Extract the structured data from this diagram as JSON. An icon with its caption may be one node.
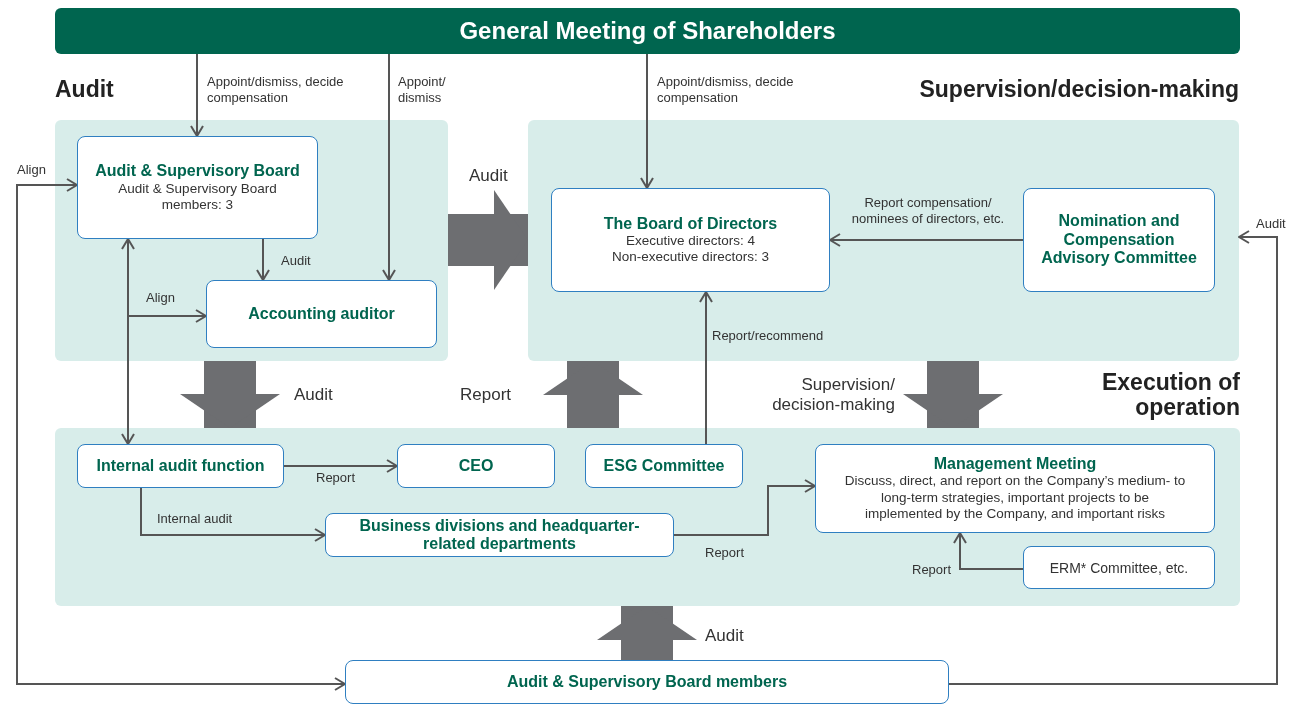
{
  "diagram": {
    "nodes": [
      {
        "text": [
          "General Meeting of Shareholders"
        ]
      },
      {
        "text": [
          "Audit"
        ]
      },
      {
        "text": [
          "Audit & Supervisory Board",
          "Audit & Supervisory Board members: 3"
        ],
        "in": 1
      },
      {
        "text": [
          "Accounting auditor"
        ],
        "in": 1
      },
      {
        "text": [
          "Supervision/decision-making"
        ]
      },
      {
        "text": [
          "The Board of Directors",
          "Executive directors: 4",
          "Non-executive directors: 3"
        ],
        "in": 4
      },
      {
        "text": [
          "Nomination and Compensation Advisory Committee"
        ],
        "in": 4
      },
      {
        "text": [
          "Execution of operation"
        ]
      },
      {
        "text": [
          "Internal audit function"
        ],
        "in": 7
      },
      {
        "text": [
          "CEO"
        ],
        "in": 7
      },
      {
        "text": [
          "ESG Committee"
        ],
        "in": 7
      },
      {
        "text": [
          "Management Meeting",
          "Discuss, direct, and report on the Company’s medium- to long-term strategies, important projects to be implemented by the Company, and important risks"
        ],
        "in": 7
      },
      {
        "text": [
          "Business divisions and headquarter-related departments"
        ],
        "in": 7
      },
      {
        "text": [
          "ERM* Committee, etc."
        ],
        "in": 7
      },
      {
        "text": [
          "Audit & Supervisory Board members"
        ]
      }
    ],
    "edges": [
      {
        "from": 0,
        "to": 2,
        "arrow": "to",
        "label": "Appoint/dismiss, decide compensation"
      },
      {
        "from": 0,
        "to": 3,
        "arrow": "to",
        "label": "Appoint/ dismiss"
      },
      {
        "from": 0,
        "to": 5,
        "arrow": "to",
        "label": "Appoint/dismiss, decide compensation"
      },
      {
        "from": 2,
        "to": 3,
        "arrow": "to",
        "label": "Audit"
      },
      {
        "from": 8,
        "to": 2,
        "arrow": "both"
      },
      {
        "from": 8,
        "to": 3,
        "arrow": "to",
        "label": "Align"
      },
      {
        "from": 14,
        "to": 2,
        "arrow": "both",
        "label": "Align"
      },
      {
        "from": 14,
        "to": 4,
        "arrow": "to",
        "label": "Audit"
      },
      {
        "from": 6,
        "to": 5,
        "arrow": "to",
        "label": "Report compensation/ nominees of directors, etc."
      },
      {
        "from": 10,
        "to": 5,
        "arrow": "to",
        "label": "Report/recommend"
      },
      {
        "from": 8,
        "to": 9,
        "arrow": "to",
        "label": "Report"
      },
      {
        "from": 8,
        "to": 12,
        "arrow": "to",
        "label": "Internal audit"
      },
      {
        "from": 12,
        "to": 11,
        "arrow": "to",
        "label": "Report"
      },
      {
        "from": 13,
        "to": 11,
        "arrow": "to",
        "label": "Report"
      },
      {
        "from": 1,
        "to": 4,
        "arrow": "to",
        "label": "Audit",
        "style": "thick",
        "color": "#6d6e71"
      },
      {
        "from": 1,
        "to": 7,
        "arrow": "to",
        "label": "Audit",
        "style": "thick",
        "color": "#6d6e71"
      },
      {
        "from": 7,
        "to": 4,
        "arrow": "to",
        "label": "Report",
        "style": "thick",
        "color": "#6d6e71"
      },
      {
        "from": 4,
        "to": 7,
        "arrow": "to",
        "label": "Supervision/ decision-making",
        "style": "thick",
        "color": "#6d6e71"
      },
      {
        "from": 14,
        "to": 7,
        "arrow": "to",
        "label": "Audit",
        "style": "thick",
        "color": "#6d6e71"
      }
    ]
  }
}
